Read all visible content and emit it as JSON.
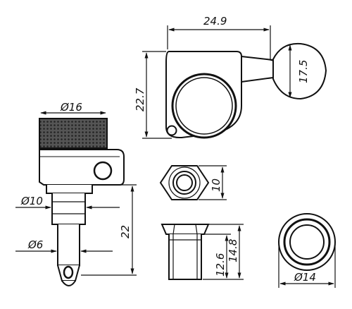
{
  "dimensions": {
    "overall_width": "24.9",
    "body_height": "22.7",
    "button_height": "17.5",
    "cap_diameter": "Ø16",
    "bushing_diameter": "Ø10",
    "post_diameter": "Ø6",
    "post_length": "22",
    "nut_width": "10",
    "washer_inner_height": "12.6",
    "washer_outer_height": "14.8",
    "washer_diameter": "Ø14"
  },
  "colors": {
    "line": "#111111",
    "part_fill": "#ffffff"
  }
}
